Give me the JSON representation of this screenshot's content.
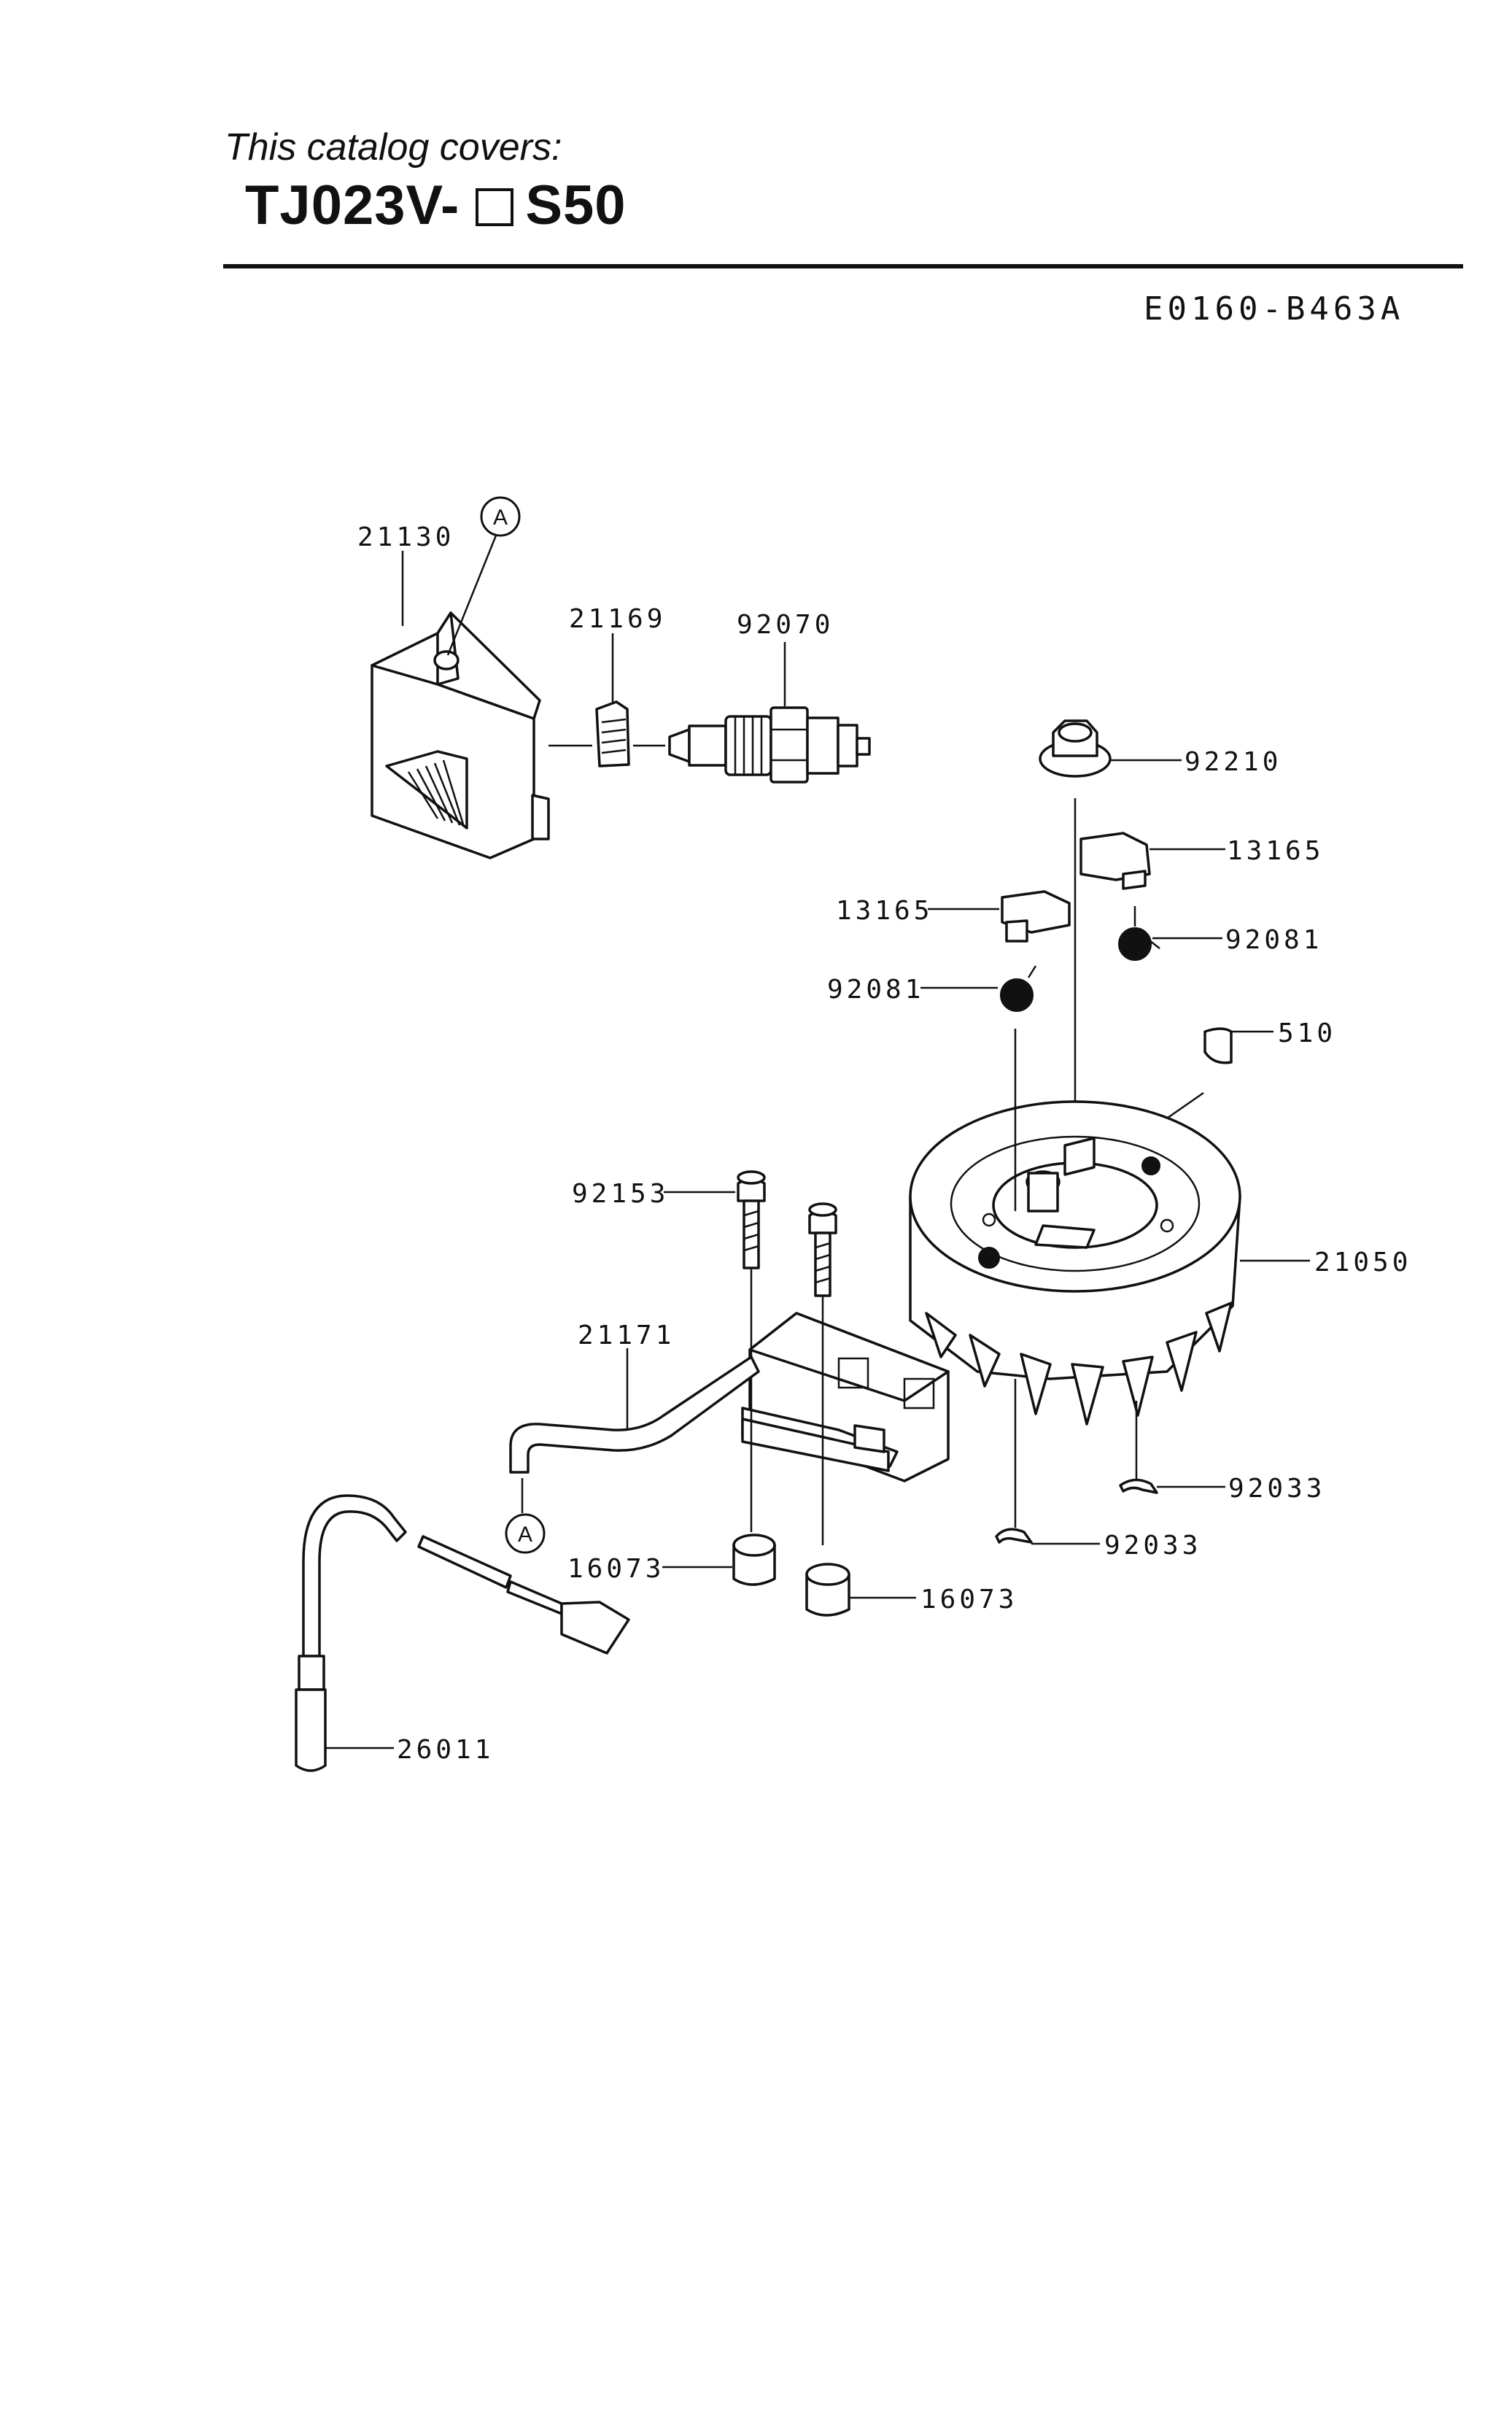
{
  "header": {
    "covers_text": "This catalog covers:",
    "model_prefix": "TJ023V-",
    "model_suffix": "S50",
    "diagram_code": "E0160-B463A"
  },
  "callouts": {
    "c21130": "21130",
    "c21169": "21169",
    "c92070": "92070",
    "c92210": "92210",
    "c13165_right": "13165",
    "c13165_left": "13165",
    "c92081_right": "92081",
    "c92081_left": "92081",
    "c510": "510",
    "c92153": "92153",
    "c21050": "21050",
    "c21171": "21171",
    "c92033_right": "92033",
    "c92033_left": "92033",
    "c16073_left": "16073",
    "c16073_right": "16073",
    "c26011": "26011",
    "ref_top": "A",
    "ref_bottom": "A"
  }
}
